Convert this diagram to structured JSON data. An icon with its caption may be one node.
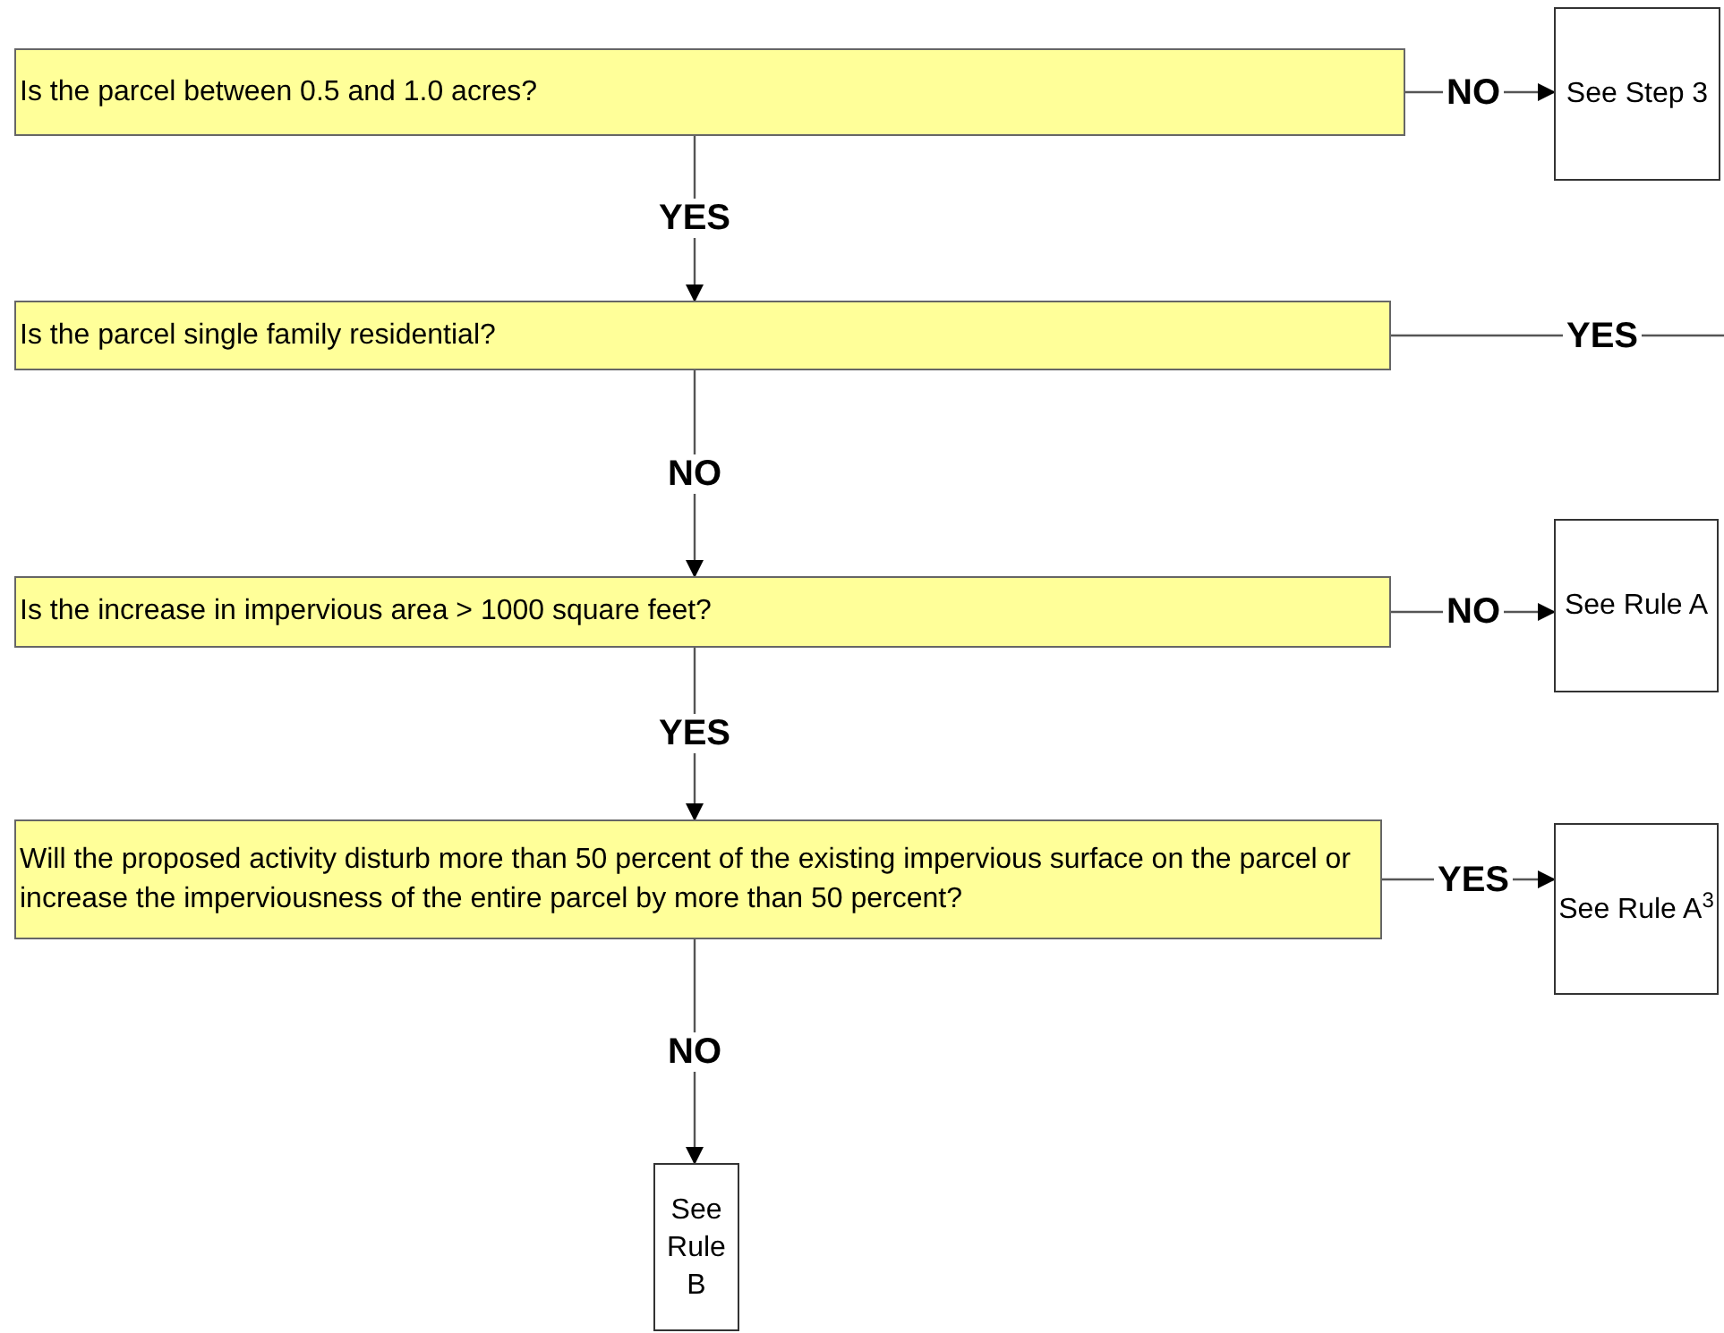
{
  "diagram": {
    "nodes": [
      {
        "text": [
          "Is the parcel between 0.5 and 1.0 acres?"
        ]
      },
      {
        "text": [
          "See Step 3"
        ]
      },
      {
        "text": [
          "Is the parcel single family residential?"
        ]
      },
      {
        "text": [
          "Is the increase in impervious area > 1000 square feet?"
        ]
      },
      {
        "text": [
          "See Rule A"
        ]
      },
      {
        "text": [
          "Will the proposed activity disturb more than 50 percent of the existing impervious surface on the parcel or increase the imperviousness of the entire parcel by more than 50 percent?"
        ]
      },
      {
        "text": [
          "See Rule A$^{3}$"
        ]
      },
      {
        "text": [
          "See Rule B"
        ]
      }
    ],
    "edges": [
      {
        "from": 0,
        "to": 1,
        "arrow": "to",
        "label": "NO"
      },
      {
        "from": 0,
        "to": 2,
        "arrow": "to",
        "label": "YES"
      },
      {
        "from": 2,
        "to": null,
        "arrow": "none",
        "label": "YES"
      },
      {
        "from": 2,
        "to": 3,
        "arrow": "to",
        "label": "NO"
      },
      {
        "from": 3,
        "to": 4,
        "arrow": "to",
        "label": "NO"
      },
      {
        "from": 3,
        "to": 5,
        "arrow": "to",
        "label": "YES"
      },
      {
        "from": 5,
        "to": 6,
        "arrow": "to",
        "label": "YES"
      },
      {
        "from": 5,
        "to": 7,
        "arrow": "to",
        "label": "NO"
      }
    ]
  }
}
